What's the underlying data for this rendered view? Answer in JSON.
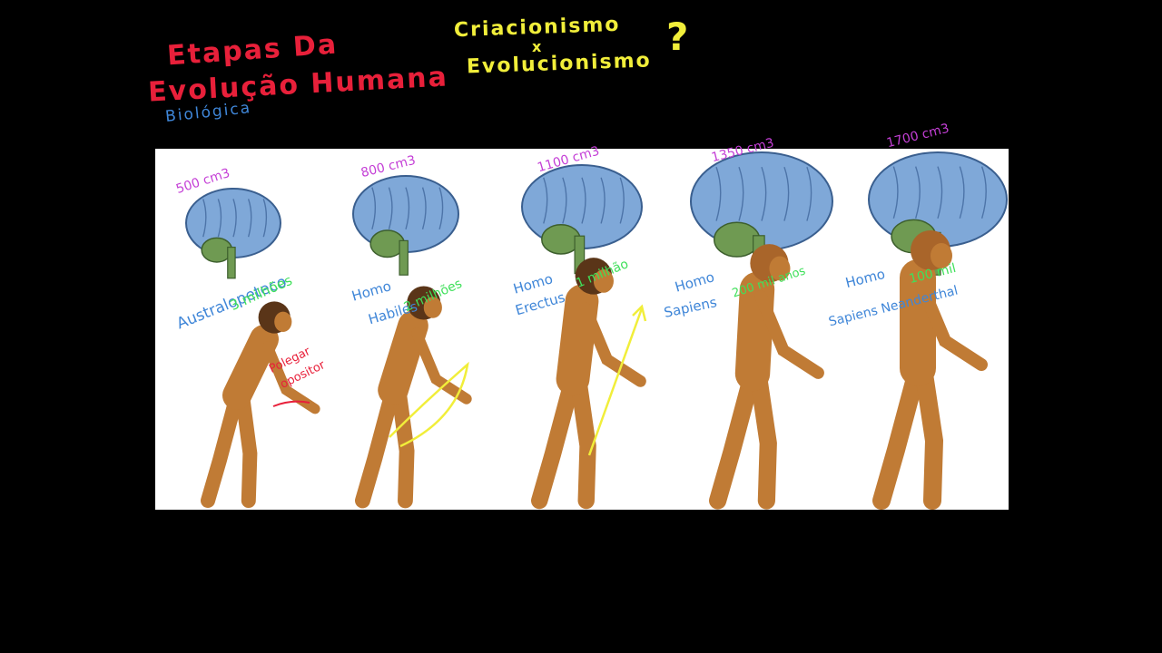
{
  "header": {
    "title_line1": "Etapas Da",
    "title_line2": "Evolução Humana",
    "subtitle": "Biológica",
    "question_line1": "Criacionismo",
    "question_x": "x",
    "question_line2": "Evolucionismo",
    "question_mark": "?"
  },
  "colors": {
    "background": "#000000",
    "title": "#e8203a",
    "question": "#f1ee3a",
    "species": "#3f86d8",
    "brain_volume": "#c43fd6",
    "age": "#3fe05a",
    "brain": "#7fa8d8",
    "skin": "#c07b35"
  },
  "stages": [
    {
      "brain": "500 cm3",
      "species_line1": "Australopeteco",
      "species_line2": "",
      "age": "3 milhões"
    },
    {
      "brain": "800 cm3",
      "species_line1": "Homo",
      "species_line2": "Habiles",
      "age": "2 milhões"
    },
    {
      "brain": "1100 cm3",
      "species_line1": "Homo",
      "species_line2": "Erectus",
      "age": "1 milhão"
    },
    {
      "brain": "1350 cm3",
      "species_line1": "Homo",
      "species_line2": "Sapiens",
      "age": "200 mil anos"
    },
    {
      "brain": "1700 cm3",
      "species_line1": "Homo",
      "species_line2": "Sapiens Neanderthal",
      "age": "100 mil"
    }
  ],
  "note_thumb": {
    "line1": "Polegar",
    "line2": "opositor"
  }
}
